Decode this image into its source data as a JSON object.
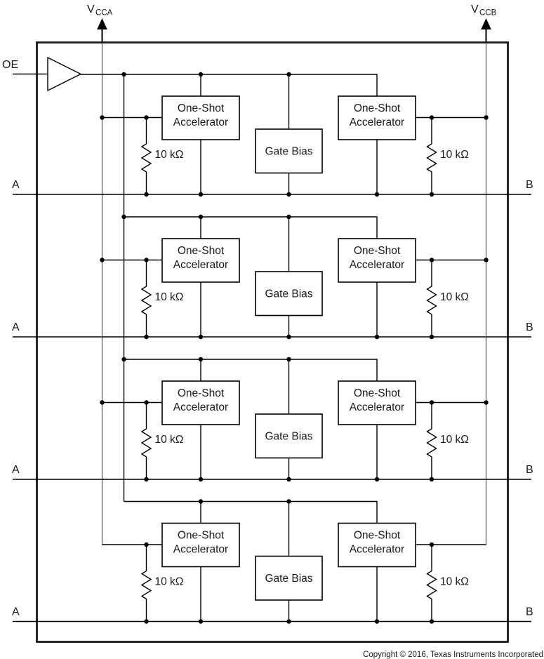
{
  "diagram": {
    "oe_label": "OE",
    "supply_left": {
      "base": "V",
      "sub": "CCA"
    },
    "supply_right": {
      "base": "V",
      "sub": "CCB"
    },
    "copyright": "Copyright © 2016, Texas Instruments Incorporated",
    "colors": {
      "wire": "#000000",
      "supply_wire": "#595959",
      "box_fill": "#ffffff",
      "text": "#1a1a1a",
      "background": "#ffffff"
    },
    "channels": [
      {
        "port_a": "A",
        "port_b": "B",
        "one_shot_left": [
          "One-Shot",
          "Accelerator"
        ],
        "one_shot_right": [
          "One-Shot",
          "Accelerator"
        ],
        "gate_bias": "Gate Bias",
        "resistor_left": "10 kΩ",
        "resistor_right": "10 kΩ"
      },
      {
        "port_a": "A",
        "port_b": "B",
        "one_shot_left": [
          "One-Shot",
          "Accelerator"
        ],
        "one_shot_right": [
          "One-Shot",
          "Accelerator"
        ],
        "gate_bias": "Gate Bias",
        "resistor_left": "10 kΩ",
        "resistor_right": "10 kΩ"
      },
      {
        "port_a": "A",
        "port_b": "B",
        "one_shot_left": [
          "One-Shot",
          "Accelerator"
        ],
        "one_shot_right": [
          "One-Shot",
          "Accelerator"
        ],
        "gate_bias": "Gate Bias",
        "resistor_left": "10 kΩ",
        "resistor_right": "10 kΩ"
      },
      {
        "port_a": "A",
        "port_b": "B",
        "one_shot_left": [
          "One-Shot",
          "Accelerator"
        ],
        "one_shot_right": [
          "One-Shot",
          "Accelerator"
        ],
        "gate_bias": "Gate Bias",
        "resistor_left": "10 kΩ",
        "resistor_right": "10 kΩ"
      }
    ]
  }
}
